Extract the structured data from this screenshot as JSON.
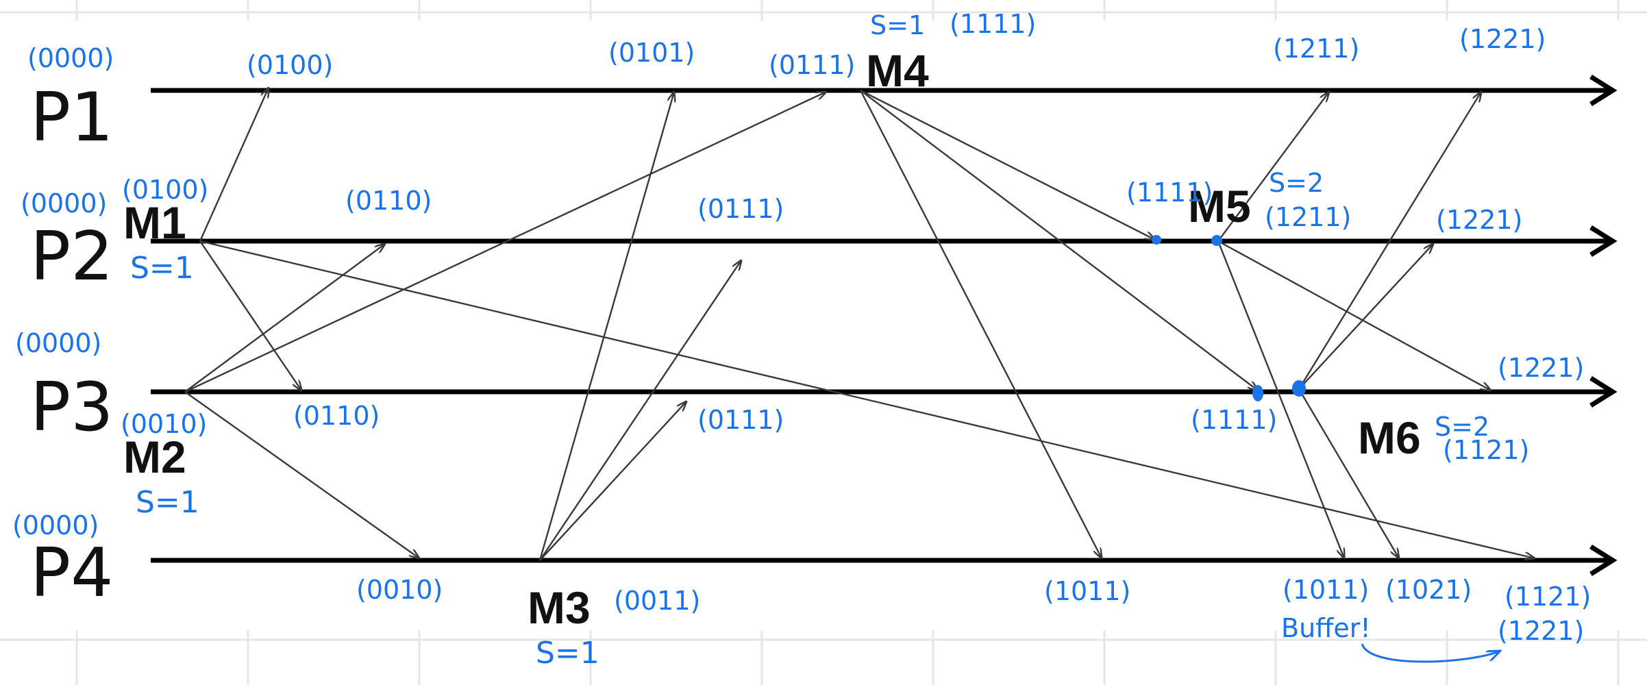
{
  "processes": [
    "P1",
    "P2",
    "P3",
    "P4"
  ],
  "events": [
    {
      "name": "M1",
      "s": "S=1"
    },
    {
      "name": "M2",
      "s": "S=1"
    },
    {
      "name": "M3",
      "s": "S=1"
    },
    {
      "name": "M4",
      "s": "S=1"
    },
    {
      "name": "M5",
      "s": "S=2"
    },
    {
      "name": "M6",
      "s": "S=2"
    }
  ],
  "initial_vectors": [
    "(0000)",
    "(0000)",
    "(0000)",
    "(0000)"
  ],
  "vectors": {
    "p1": [
      "(0100)",
      "(0101)",
      "(0111)",
      "(1111)",
      "(1211)",
      "(1221)"
    ],
    "p2": [
      "(0100)",
      "(0110)",
      "(0111)",
      "(1111)",
      "(1211)",
      "(1221)"
    ],
    "p3": [
      "(0010)",
      "(0110)",
      "(0111)",
      "(1111)",
      "(1121)",
      "(1221)"
    ],
    "p4": [
      "(0010)",
      "(0011)",
      "(1011)",
      "(1011)",
      "(1021)",
      "(1121)",
      "(1221)"
    ]
  },
  "notes": {
    "buffer": "Buffer!"
  }
}
